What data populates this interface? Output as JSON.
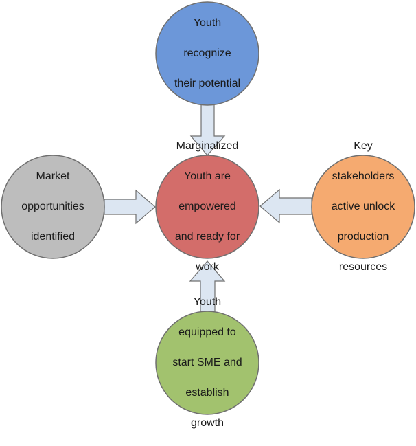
{
  "nodes": {
    "center": {
      "lines": [
        "Marginalized",
        "Youth are",
        "empowered",
        "and ready for",
        "work"
      ],
      "fill": "#d36d6a"
    },
    "top": {
      "lines": [
        "Youth",
        "recognize",
        "their potential"
      ],
      "fill": "#6c97d9"
    },
    "left": {
      "lines": [
        "Market",
        "opportunities",
        "identified"
      ],
      "fill": "#bdbdbd"
    },
    "right": {
      "lines": [
        "Key",
        "stakeholders",
        "active unlock",
        "production",
        "resources"
      ],
      "fill": "#f5aa70"
    },
    "bottom": {
      "lines": [
        "Youth",
        "equipped to",
        "start SME and",
        "establish",
        "growth"
      ],
      "fill": "#a2c26e"
    }
  },
  "colors": {
    "circle_stroke": "#6f6f6f",
    "arrow_fill": "#dce6f2",
    "arrow_stroke": "#6f6f6f"
  }
}
